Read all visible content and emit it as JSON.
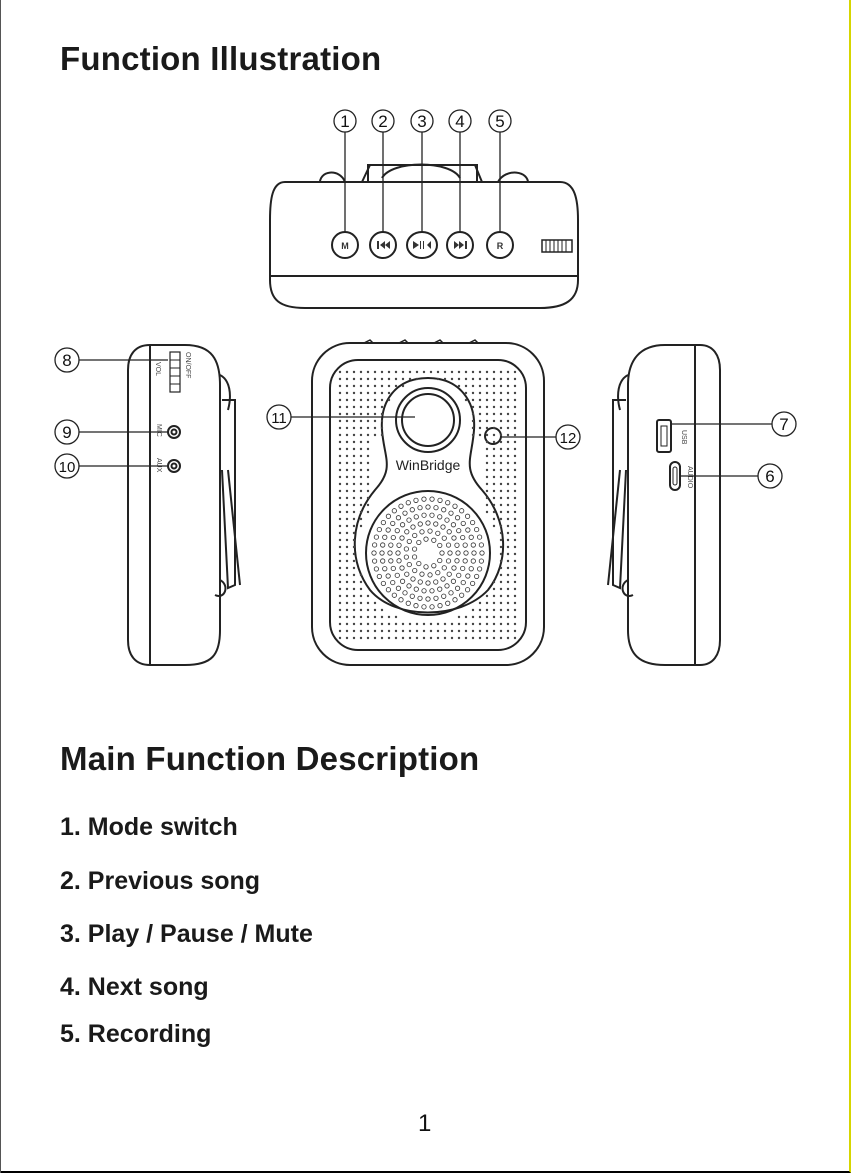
{
  "headings": {
    "function_illustration": "Function Illustration",
    "main_function_description": "Main Function Description"
  },
  "callouts": [
    "1",
    "2",
    "3",
    "4",
    "5",
    "6",
    "7",
    "8",
    "9",
    "10",
    "11",
    "12"
  ],
  "device_labels": {
    "brand": "WinBridge",
    "btn_mode": "M",
    "btn_record": "R",
    "on_off": "ON/OFF",
    "vol": "VOL",
    "mic": "MIC",
    "aux": "AUX",
    "usb": "USB",
    "audio": "AUDIO"
  },
  "functions": [
    "1. Mode switch",
    "2. Previous song",
    "3. Play / Pause / Mute",
    "4. Next song",
    "5. Recording"
  ],
  "page_number": "1"
}
